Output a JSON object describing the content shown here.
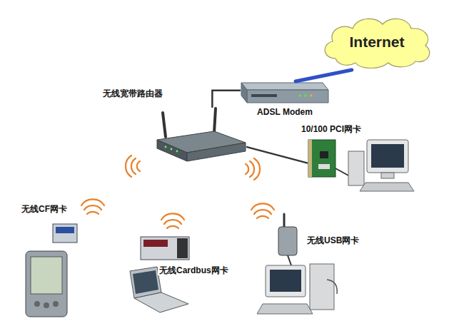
{
  "diagram": {
    "nodes": [
      {
        "text": [
          "Internet"
        ]
      },
      {
        "text": [
          "ADSL Modem"
        ]
      },
      {
        "text": [
          "无线宽带路由器"
        ]
      },
      {
        "text": [
          "10/100 PCI网卡"
        ]
      },
      {
        "text": [
          "无线CF网卡"
        ]
      },
      {
        "text": [
          "无线Cardbus网卡"
        ]
      },
      {
        "text": [
          "无线USB网卡"
        ]
      }
    ],
    "edges": [
      {
        "from": 0,
        "to": 1,
        "arrow": "none"
      },
      {
        "from": 1,
        "to": 2,
        "arrow": "none"
      },
      {
        "from": 2,
        "to": 3,
        "arrow": "none"
      }
    ]
  }
}
